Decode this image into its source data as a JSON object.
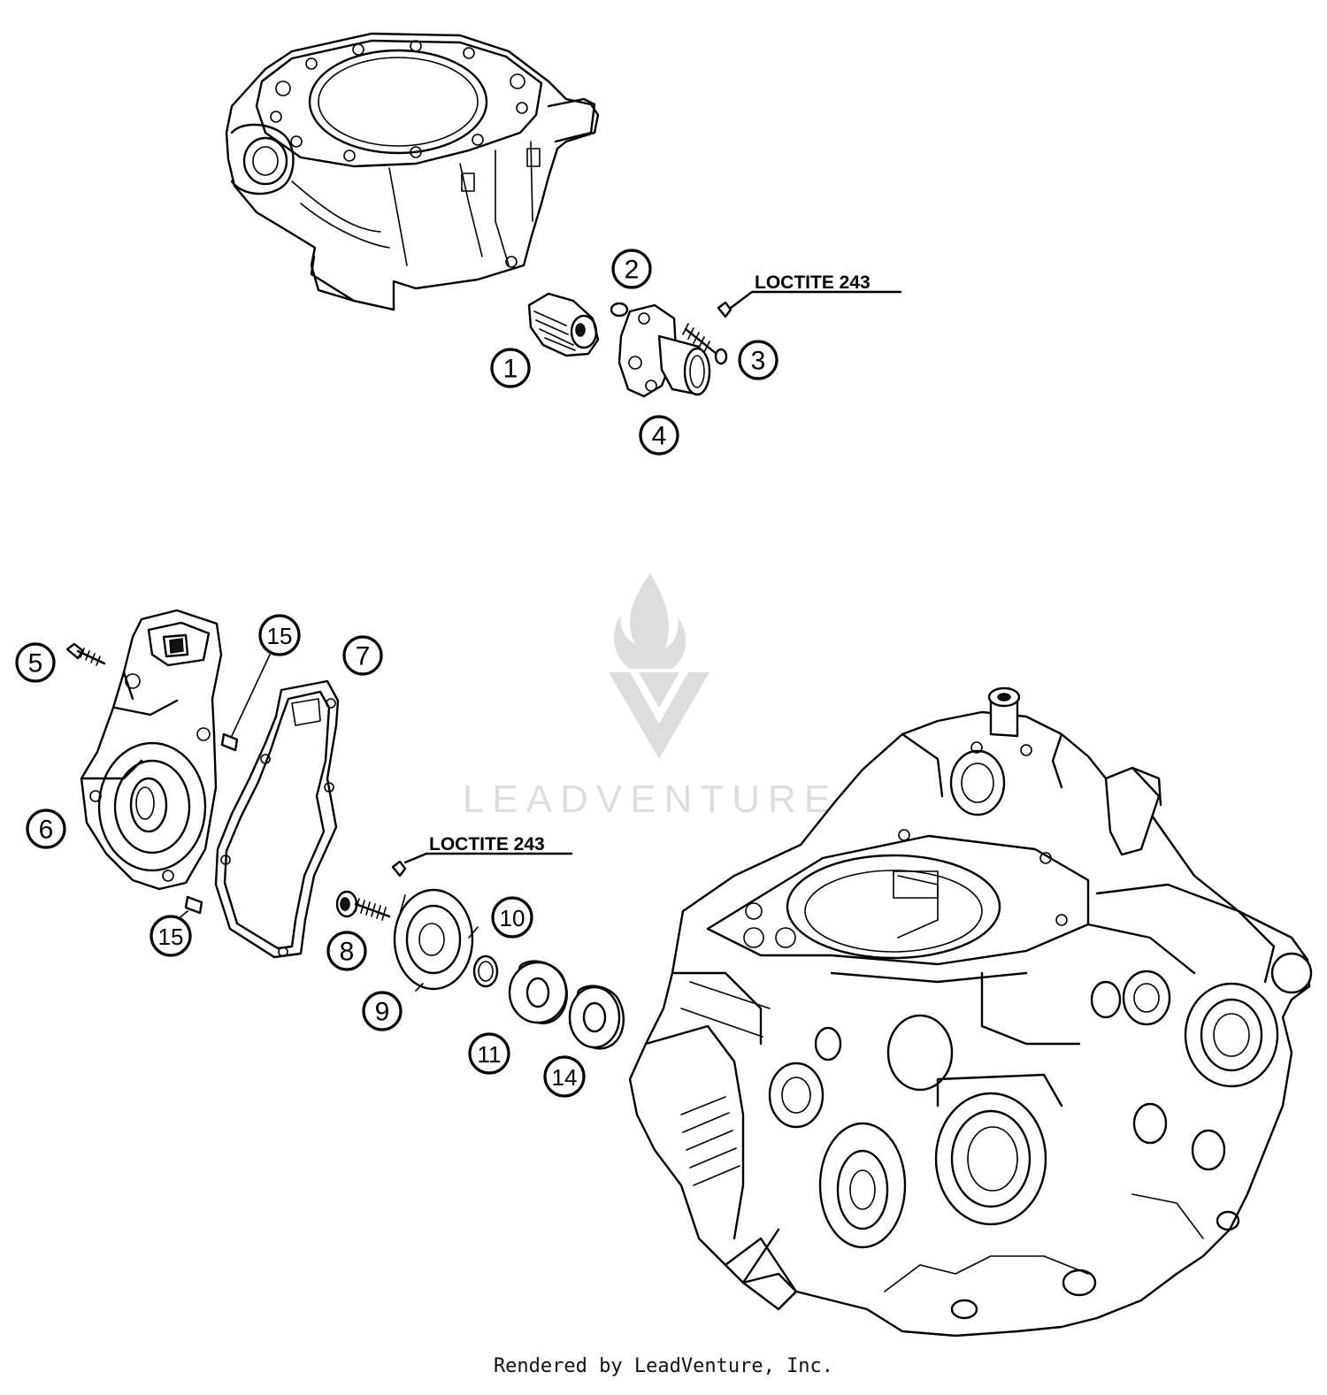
{
  "watermark": {
    "text": "LEADVENTURE",
    "logo": "leadventure-flame-logo"
  },
  "footer": {
    "credit": "Rendered by LeadVenture, Inc."
  },
  "annotations": [
    {
      "id": "loctite-top",
      "text": "LOCTITE 243"
    },
    {
      "id": "loctite-bottom",
      "text": "LOCTITE 243"
    }
  ],
  "callouts": [
    {
      "id": "c1",
      "label": "1"
    },
    {
      "id": "c2",
      "label": "2"
    },
    {
      "id": "c3",
      "label": "3"
    },
    {
      "id": "c4",
      "label": "4"
    },
    {
      "id": "c5",
      "label": "5"
    },
    {
      "id": "c6",
      "label": "6"
    },
    {
      "id": "c7",
      "label": "7"
    },
    {
      "id": "c8",
      "label": "8"
    },
    {
      "id": "c9",
      "label": "9"
    },
    {
      "id": "c10",
      "label": "10"
    },
    {
      "id": "c11",
      "label": "11"
    },
    {
      "id": "c14",
      "label": "14"
    },
    {
      "id": "c15a",
      "label": "15"
    },
    {
      "id": "c15b",
      "label": "15"
    }
  ]
}
